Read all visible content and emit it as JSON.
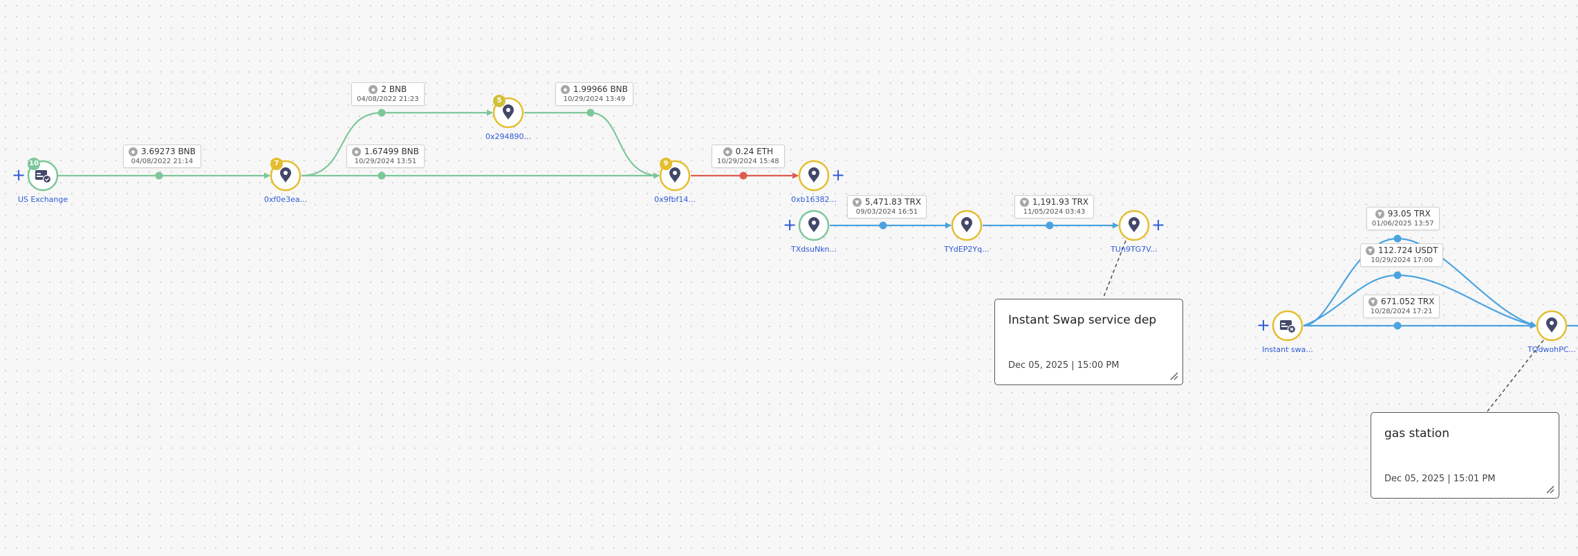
{
  "colors": {
    "bnb_edge": "#7cc79a",
    "eth_edge": "#e05a4d",
    "trx_edge": "#4aa3e0",
    "node_ring_yellow": "#e4be2e",
    "node_ring_green": "#7cc79a",
    "badge_green": "#7cc79a",
    "badge_yellow": "#e4be2e",
    "badge_olive": "#cfc13a",
    "icon_navy": "#43486a",
    "plus_blue": "#2e5ad8",
    "label_blue": "#2e5ad8"
  },
  "nodes": [
    {
      "id": "us",
      "label": "US Exchange",
      "kind": "exchange",
      "ring": "green",
      "badge": "10",
      "badge_color": "green",
      "add_left": true,
      "add_right": false
    },
    {
      "id": "n0xf0e3",
      "label": "0xf0e3ea...",
      "kind": "address",
      "ring": "yellow",
      "badge": "7",
      "badge_color": "yellow",
      "add_left": false,
      "add_right": false
    },
    {
      "id": "n0x2948",
      "label": "0x294890...",
      "kind": "address",
      "ring": "yellow",
      "badge": "5",
      "badge_color": "olive",
      "add_left": false,
      "add_right": false
    },
    {
      "id": "n0x9fbf",
      "label": "0x9fbf14...",
      "kind": "address",
      "ring": "yellow",
      "badge": "9",
      "badge_color": "yellow",
      "add_left": false,
      "add_right": false
    },
    {
      "id": "n0xb163",
      "label": "0xb16382...",
      "kind": "address",
      "ring": "yellow",
      "badge": "",
      "badge_color": "",
      "add_left": false,
      "add_right": true
    },
    {
      "id": "ntxds",
      "label": "TXdsuNkn...",
      "kind": "address",
      "ring": "green",
      "badge": "",
      "badge_color": "",
      "add_left": true,
      "add_right": false
    },
    {
      "id": "ntyde",
      "label": "TYdEP2Yq...",
      "kind": "address",
      "ring": "yellow",
      "badge": "",
      "badge_color": "",
      "add_left": false,
      "add_right": false
    },
    {
      "id": "ntun9",
      "label": "TUn9TG7V...",
      "kind": "address",
      "ring": "yellow",
      "badge": "",
      "badge_color": "",
      "add_left": false,
      "add_right": true
    },
    {
      "id": "nswap",
      "label": "Instant swa...",
      "kind": "exchange-swap",
      "ring": "yellow",
      "badge": "",
      "badge_color": "",
      "add_left": true,
      "add_right": false
    },
    {
      "id": "ntqd",
      "label": "TQdwohPC...",
      "kind": "address",
      "ring": "yellow",
      "badge": "",
      "badge_color": "",
      "add_left": false,
      "add_right": false
    }
  ],
  "edges": [
    {
      "from": "us",
      "to": "n0xf0e3",
      "color": "bnb",
      "coin": "bnb",
      "amount": "3.69273 BNB",
      "time": "04/08/2022 21:14"
    },
    {
      "from": "n0xf0e3",
      "to": "n0x2948",
      "color": "bnb",
      "coin": "bnb",
      "amount": "2 BNB",
      "time": "04/08/2022 21:23"
    },
    {
      "from": "n0xf0e3",
      "to": "n0x9fbf",
      "color": "bnb",
      "coin": "bnb",
      "amount": "1.67499 BNB",
      "time": "10/29/2024 13:51"
    },
    {
      "from": "n0x2948",
      "to": "n0x9fbf",
      "color": "bnb",
      "coin": "bnb",
      "amount": "1.99966 BNB",
      "time": "10/29/2024 13:49"
    },
    {
      "from": "n0x9fbf",
      "to": "n0xb163",
      "color": "eth",
      "coin": "eth",
      "amount": "0.24 ETH",
      "time": "10/29/2024 15:48"
    },
    {
      "from": "ntxds",
      "to": "ntyde",
      "color": "trx",
      "coin": "trx",
      "amount": "5,471.83 TRX",
      "time": "09/03/2024 16:51"
    },
    {
      "from": "ntyde",
      "to": "ntun9",
      "color": "trx",
      "coin": "trx",
      "amount": "1,191.93 TRX",
      "time": "11/05/2024 03:43"
    },
    {
      "from": "nswap",
      "to": "ntqd",
      "color": "trx",
      "coin": "trx",
      "amount": "93.05 TRX",
      "time": "01/06/2025 13:57"
    },
    {
      "from": "nswap",
      "to": "ntqd",
      "color": "trx",
      "coin": "usdt",
      "amount": "112.724 USDT",
      "time": "10/29/2024 17:00"
    },
    {
      "from": "nswap",
      "to": "ntqd",
      "color": "trx",
      "coin": "trx",
      "amount": "671.052 TRX",
      "time": "10/28/2024 17:21"
    }
  ],
  "notes": [
    {
      "attached_to": "ntun9",
      "title": "Instant Swap service dep",
      "date": "Dec 05, 2025 | 15:00 PM"
    },
    {
      "attached_to": "ntqd",
      "title": "gas station",
      "date": "Dec 05, 2025 | 15:01 PM"
    }
  ]
}
